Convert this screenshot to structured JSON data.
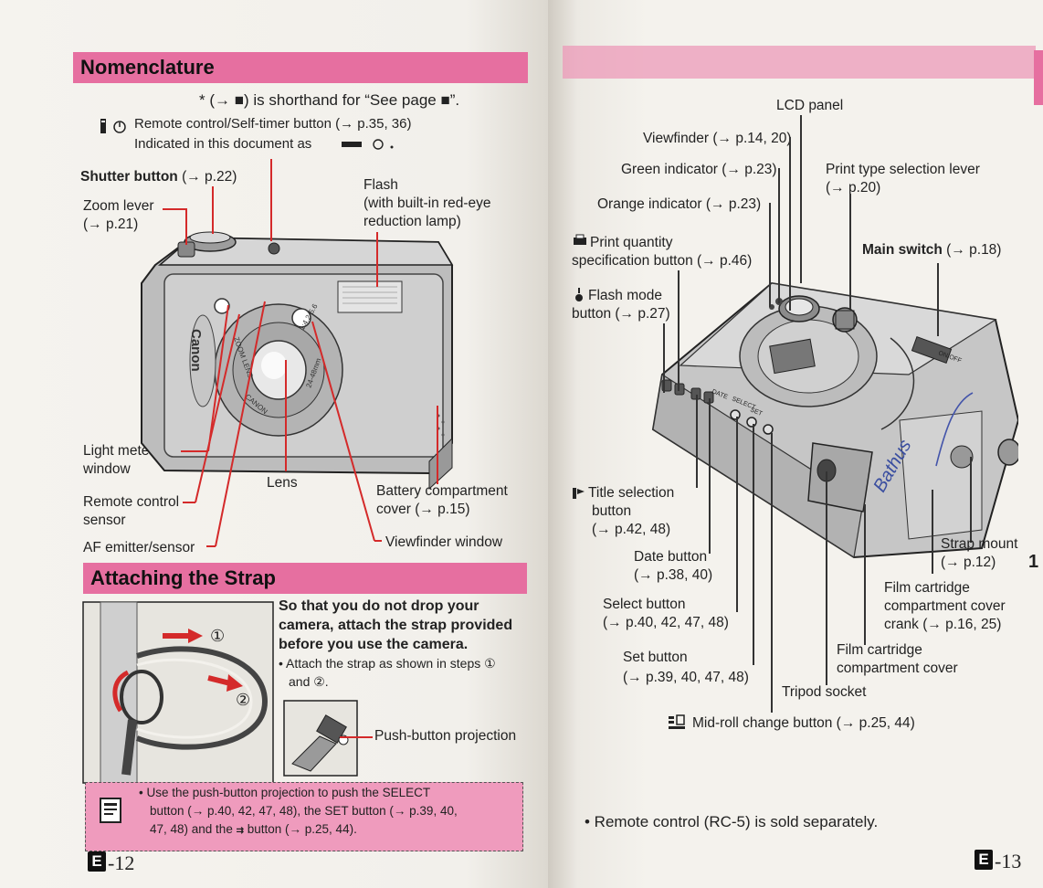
{
  "left_page": {
    "section_title": "Nomenclature",
    "shorthand_note": "* (→ ■) is shorthand for “See page ■”.",
    "remote_button": "Remote control/Self-timer button (→ p.35, 36)",
    "remote_indicated": "Indicated in this document as",
    "labels": {
      "shutter_button": "Shutter button",
      "shutter_ref": "(→ p.22)",
      "zoom_lever": "Zoom lever",
      "zoom_ref": "(→ p.21)",
      "flash_1": "Flash",
      "flash_2": "(with built-in red-eye",
      "flash_3": "reduction lamp)",
      "light_metering_1": "Light metering",
      "light_metering_2": "window",
      "lens": "Lens",
      "remote_sensor_1": "Remote control",
      "remote_sensor_2": "sensor",
      "af_emitter": "AF emitter/sensor",
      "battery_1": "Battery compartment",
      "battery_2": "cover (→ p.15)",
      "viewfinder_window": "Viewfinder window"
    },
    "camera_text": {
      "brand": "Canon",
      "lens_text_1": "ZOOM LENS",
      "lens_text_2": "CANON",
      "lens_text_3": "1:4.2-5.6",
      "lens_text_4": "24-48mm"
    },
    "strap_section": {
      "title": "Attaching the Strap",
      "heading_1": "So that you do not drop your",
      "heading_2": "camera, attach the strap provided",
      "heading_3": "before you use the camera.",
      "bullet_1": "• Attach the strap as shown in steps ①",
      "bullet_2": "and ②.",
      "step_1": "①",
      "step_2": "②",
      "push_button": "Push-button projection"
    },
    "note": {
      "line_1": "• Use the push-button projection to push the SELECT",
      "line_2": "button (→ p.40, 42, 47, 48), the SET button (→ p.39, 40,",
      "line_3": "47, 48) and the",
      "line_3b": "button (→ p.25, 44)."
    },
    "page_letter": "E",
    "page_number": "-12"
  },
  "right_page": {
    "labels": {
      "lcd_panel": "LCD panel",
      "viewfinder": "Viewfinder (→ p.14, 20)",
      "green_indicator": "Green indicator (→ p.23)",
      "orange_indicator": "Orange indicator (→ p.23)",
      "print_quantity_1": "Print quantity",
      "print_quantity_2": "specification button (→ p.46)",
      "flash_mode_1": "Flash mode",
      "flash_mode_2": "button (→ p.27)",
      "print_type_1": "Print type selection lever",
      "print_type_2": "(→ p.20)",
      "main_switch": "Main switch",
      "main_switch_ref": "(→ p.18)",
      "title_sel_1": "Title selection",
      "title_sel_2": "button",
      "title_sel_3": "(→ p.42, 48)",
      "date_1": "Date button",
      "date_2": "(→ p.38, 40)",
      "select_1": "Select button",
      "select_2": "(→ p.40, 42, 47, 48)",
      "set_1": "Set button",
      "set_2": "(→ p.39, 40, 47, 48)",
      "tripod": "Tripod socket",
      "strap_mount_1": "Strap mount",
      "strap_mount_2": "(→ p.12)",
      "crank_1": "Film cartridge",
      "crank_2": "compartment cover",
      "crank_3": "crank (→ p.16, 25)",
      "film_cover_1": "Film cartridge",
      "film_cover_2": "compartment cover",
      "midroll": "Mid-roll change button (→ p.25, 44)"
    },
    "camera_text": {
      "date": "DATE",
      "select": "SELECT",
      "set": "SET",
      "onoff": "ON/OFF",
      "signature": "Bathus"
    },
    "remote_note": "• Remote control (RC-5) is sold separately.",
    "side_tab": "1",
    "page_letter": "E",
    "page_number": "-13"
  }
}
